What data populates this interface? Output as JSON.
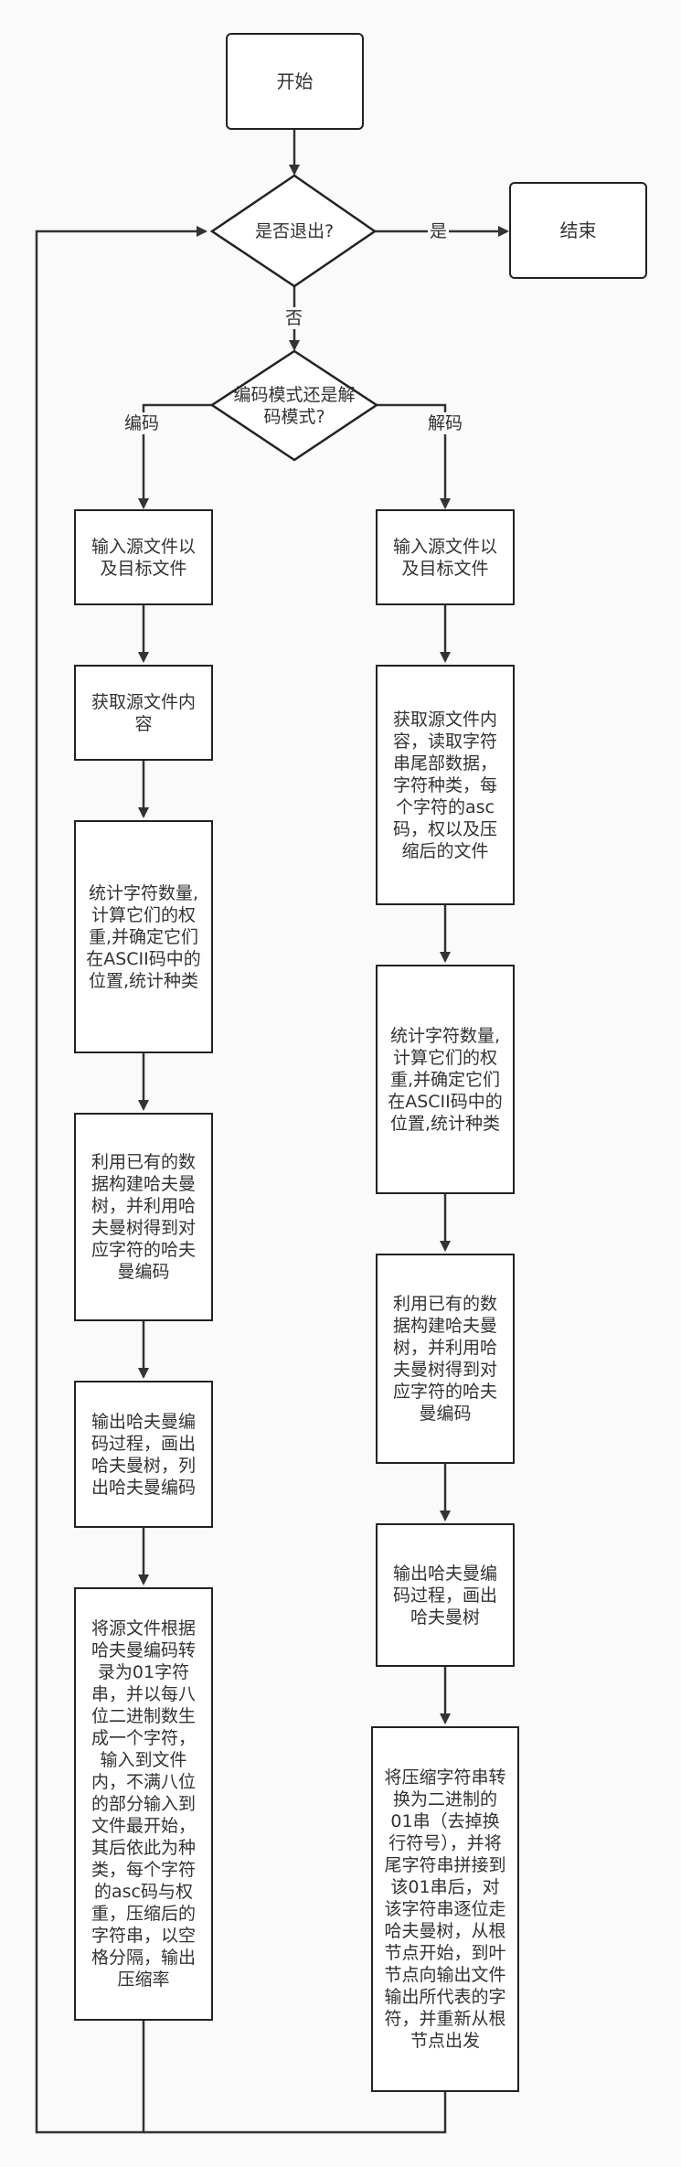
{
  "nodes": {
    "start": "开始",
    "quit_decision": "是否退出?",
    "end": "结束",
    "mode_decision": "编码模式还是解码模式?",
    "enc_input": "输入源文件以及目标文件",
    "enc_read": "获取源文件内容",
    "enc_count": "统计字符数量,计算它们的权重,并确定它们在ASCII码中的位置,统计种类",
    "enc_build": "利用已有的数据构建哈夫曼树，并利用哈夫曼树得到对应字符的哈夫曼编码",
    "enc_output": "输出哈夫曼编码过程，画出哈夫曼树，列出哈夫曼编码",
    "enc_write": "将源文件根据哈夫曼编码转录为01字符串，并以每八位二进制数生成一个字符，输入到文件内，不满八位的部分输入到文件最开始，其后依此为种类，每个字符的asc码与权重，压缩后的字符串，以空格分隔，输出压缩率",
    "dec_input": "输入源文件以及目标文件",
    "dec_read": "获取源文件内容，读取字符串尾部数据，字符种类，每个字符的asc码，权以及压缩后的文件",
    "dec_count": "统计字符数量,计算它们的权重,并确定它们在ASCII码中的位置,统计种类",
    "dec_build": "利用已有的数据构建哈夫曼树，并利用哈夫曼树得到对应字符的哈夫曼编码",
    "dec_output": "输出哈夫曼编码过程，画出哈夫曼树",
    "dec_decode": "将压缩字符串转换为二进制的01串（去掉换行符号），并将尾字符串拼接到该01串后，对该字符串逐位走哈夫曼树，从根节点开始，到叶节点向输出文件输出所代表的字符，并重新从根节点出发"
  },
  "edge_labels": {
    "yes": "是",
    "no": "否",
    "encode": "编码",
    "decode": "解码"
  }
}
